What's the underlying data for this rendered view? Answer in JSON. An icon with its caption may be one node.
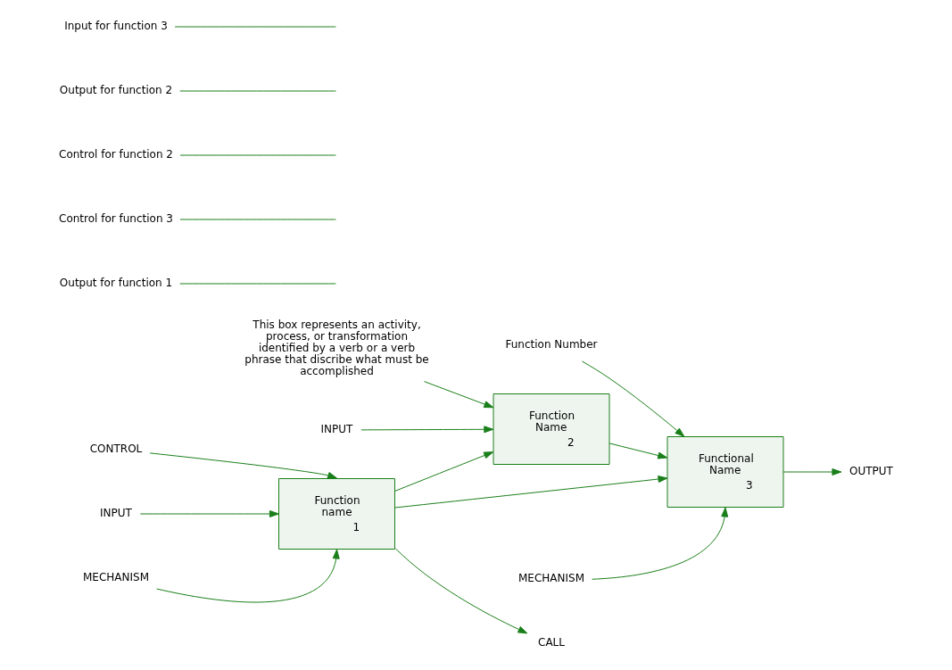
{
  "diagram": {
    "nodes": [
      {
        "text": [
          "Function name",
          "1"
        ]
      },
      {
        "text": [
          "Function Name",
          "2"
        ]
      },
      {
        "text": [
          "Functional Name",
          "3"
        ]
      },
      {
        "text": [
          "This box represents an activity, process, or transformation identified by a verb or a verb phrase that discribe what must be accomplished"
        ]
      },
      {
        "text": [
          "Function Number"
        ]
      },
      {
        "text": [
          "Output for function 1"
        ]
      },
      {
        "text": [
          "Control for function 3"
        ]
      },
      {
        "text": [
          "Control for function 2"
        ]
      },
      {
        "text": [
          "Output for function 2"
        ]
      },
      {
        "text": [
          "Input for function 3"
        ]
      },
      {
        "text": [
          "CONTROL"
        ]
      },
      {
        "text": [
          "INPUT"
        ]
      },
      {
        "text": [
          "MECHANISM"
        ]
      },
      {
        "text": [
          "CALL"
        ]
      },
      {
        "text": [
          "INPUT"
        ]
      },
      {
        "text": [
          "MECHANISM"
        ]
      },
      {
        "text": [
          "OUTPUT"
        ]
      }
    ],
    "edges": [
      {
        "from": 11,
        "to": 0,
        "arrow": "to"
      },
      {
        "from": 10,
        "to": 0,
        "arrow": "to"
      },
      {
        "from": 12,
        "to": 0,
        "arrow": "to"
      },
      {
        "from": 0,
        "to": 13,
        "arrow": "to"
      },
      {
        "from": 0,
        "to": 2,
        "arrow": "to"
      },
      {
        "from": 0,
        "to": 1,
        "arrow": "to"
      },
      {
        "from": 14,
        "to": 1,
        "arrow": "to"
      },
      {
        "from": 1,
        "to": 2,
        "arrow": "to"
      },
      {
        "from": 15,
        "to": 2,
        "arrow": "to"
      },
      {
        "from": 2,
        "to": 16,
        "arrow": "to"
      },
      {
        "from": 3,
        "to": 1,
        "arrow": "to"
      },
      {
        "from": 4,
        "to": 2,
        "arrow": "to"
      },
      {
        "from": 5,
        "to": null,
        "arrow": "none"
      },
      {
        "from": 6,
        "to": null,
        "arrow": "none"
      },
      {
        "from": 7,
        "to": null,
        "arrow": "none"
      },
      {
        "from": 8,
        "to": null,
        "arrow": "none"
      },
      {
        "from": 9,
        "to": null,
        "arrow": "none"
      }
    ]
  }
}
